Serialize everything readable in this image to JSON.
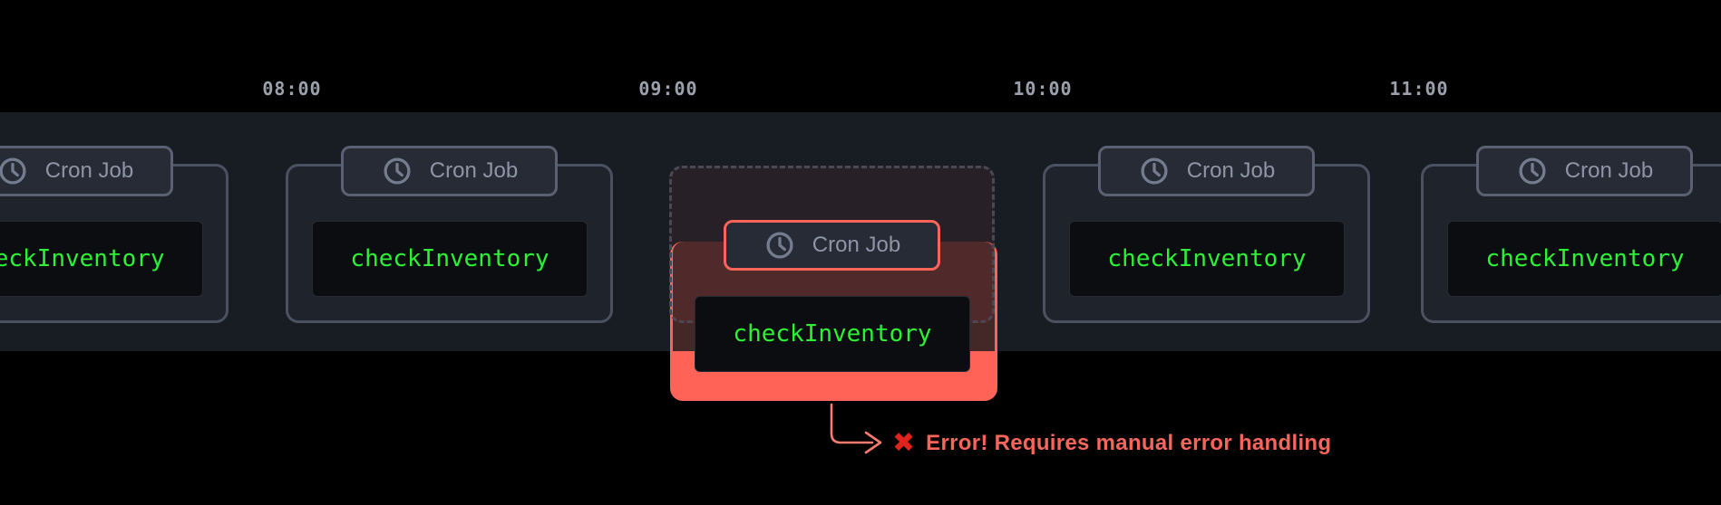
{
  "timeline": {
    "times": [
      {
        "label": "08:00"
      },
      {
        "label": "09:00"
      },
      {
        "label": "10:00"
      },
      {
        "label": "11:00"
      }
    ]
  },
  "card": {
    "badge_label": "Cron Job",
    "badge_icon": "clock",
    "task_name": "checkInventory"
  },
  "error": {
    "icon_char": "✖",
    "icon_name": "cross-mark",
    "message": "Error! Requires manual error handling"
  },
  "colors": {
    "band_background": "#181c23",
    "page_background": "#000000",
    "card_border": "#4a5160",
    "badge_text": "#8d95a7",
    "task_text_green": "#2bf235",
    "code_background": "#0b0d11",
    "error_salmon": "#ff6357",
    "error_border": "#fb6459",
    "error_message_text": "#f8655b",
    "time_label_text": "#9aa1ac"
  }
}
